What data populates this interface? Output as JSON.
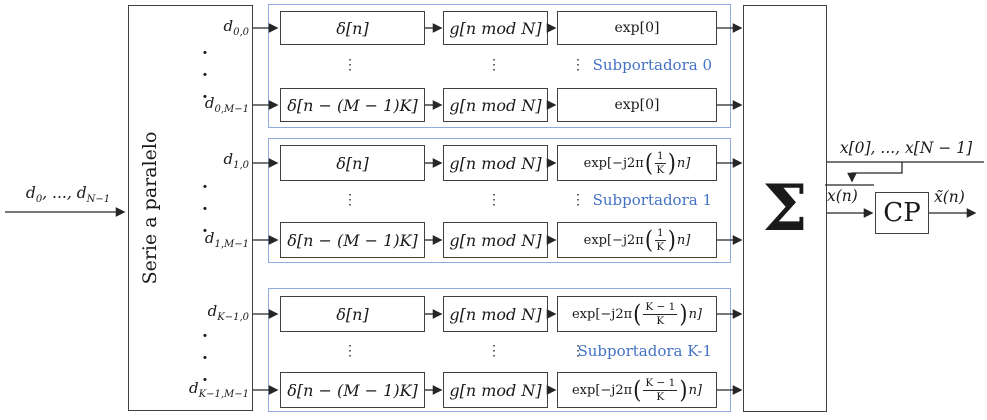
{
  "colors": {
    "accent_blue": "#4472C4",
    "group_border": "#8FAADC",
    "line": "#262626"
  },
  "syms": {
    "open": "(",
    "close": ")",
    "vdots": "⋮",
    "dot": ".",
    "sum": "Σ"
  },
  "input": {
    "base1": "d",
    "sub1": "0",
    "sep": ", ..., ",
    "base2": "d",
    "sub2": "N−1"
  },
  "serial": {
    "label": "Serie a paralelo"
  },
  "branch_labels": [
    {
      "base": "d",
      "sub": "0,0"
    },
    {
      "base": "d",
      "sub": "0,M−1"
    },
    {
      "base": "d",
      "sub": "1,0"
    },
    {
      "base": "d",
      "sub": "1,M−1"
    },
    {
      "base": "d",
      "sub": "K−1,0"
    },
    {
      "base": "d",
      "sub": "K−1,M−1"
    }
  ],
  "groups": [
    {
      "name": "Subportadora 0",
      "rows": [
        {
          "delta": "δ[n]",
          "g": "g[n mod N]",
          "exp": "exp[0]"
        },
        {
          "delta": "δ[n − (M − 1)K]",
          "g": "g[n mod N]",
          "exp": "exp[0]"
        }
      ]
    },
    {
      "name": "Subportadora 1",
      "rows": [
        {
          "delta": "δ[n]",
          "g": "g[n mod N]",
          "exp_pre": "exp[−j2π",
          "exp_num": "1",
          "exp_den": "K",
          "exp_post": "n]"
        },
        {
          "delta": "δ[n − (M − 1)K]",
          "g": "g[n mod N]",
          "exp_pre": "exp[−j2π",
          "exp_num": "1",
          "exp_den": "K",
          "exp_post": "n]"
        }
      ]
    },
    {
      "name": "Subportadora K-1",
      "rows": [
        {
          "delta": "δ[n]",
          "g": "g[n mod N]",
          "exp_pre": "exp[−j2π",
          "exp_num": "K − 1",
          "exp_den": "K",
          "exp_post": "n]"
        },
        {
          "delta": "δ[n − (M − 1)K]",
          "g": "g[n mod N]",
          "exp_pre": "exp[−j2π",
          "exp_num": "K − 1",
          "exp_den": "K",
          "exp_post": "n]"
        }
      ]
    }
  ],
  "sum_block": {
    "symbol": "Σ"
  },
  "output": {
    "samples": "x[0], ..., x[N − 1]",
    "xn": "x(n)",
    "cp": "CP",
    "xtilde": "x̃(n)"
  }
}
